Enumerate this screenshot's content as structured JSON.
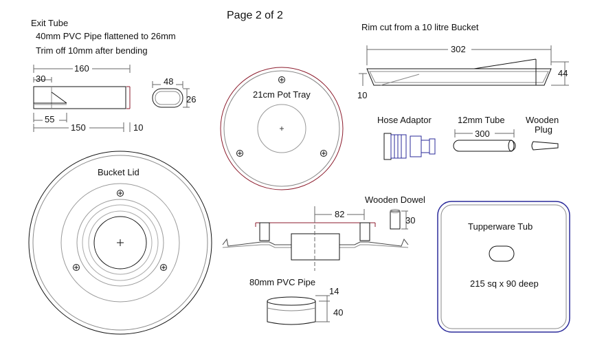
{
  "page_title": "Page 2 of 2",
  "exit_tube": {
    "title": "Exit Tube",
    "line1": "40mm PVC Pipe flattened to 26mm",
    "line2": "Trim off 10mm after bending",
    "dim_160": "160",
    "dim_30": "30",
    "dim_55": "55",
    "dim_150": "150",
    "dim_10": "10",
    "dim_48": "48",
    "dim_26": "26"
  },
  "pot_tray": {
    "label": "21cm Pot Tray"
  },
  "rim": {
    "title": "Rim cut from a 10 litre Bucket",
    "dim_302": "302",
    "dim_44": "44",
    "dim_10": "10"
  },
  "hose_adaptor": {
    "label": "Hose Adaptor"
  },
  "tube_12mm": {
    "label": "12mm Tube",
    "dim_300": "300"
  },
  "wooden_plug": {
    "line1": "Wooden",
    "line2": "Plug"
  },
  "bucket_lid": {
    "label": "Bucket Lid"
  },
  "assembly": {
    "dim_82": "82"
  },
  "wooden_dowel": {
    "label": "Wooden Dowel",
    "dim_30": "30"
  },
  "pvc_80": {
    "label": "80mm PVC Pipe",
    "dim_14": "14",
    "dim_40": "40"
  },
  "tupperware": {
    "label": "Tupperware Tub",
    "size": "215 sq x 90 deep"
  },
  "colors": {
    "outline_red": "#8b1a2b",
    "outline_blue": "#2a2a9a",
    "outline_gray": "#888888"
  }
}
